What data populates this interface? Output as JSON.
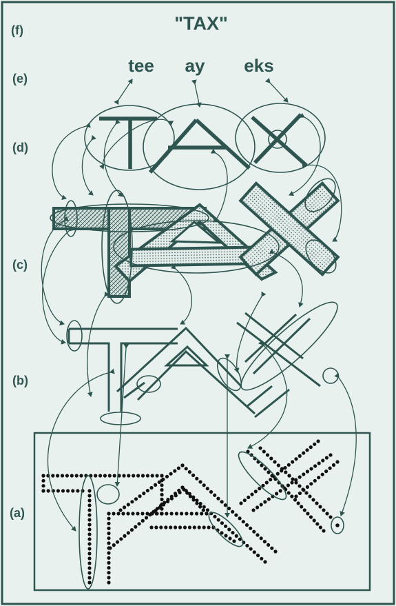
{
  "title": "\"TAX\"",
  "phonemes": [
    "tee",
    "ay",
    "eks"
  ],
  "levels": [
    "(f)",
    "(e)",
    "(d)",
    "(c)",
    "(b)",
    "(a)"
  ],
  "colors": {
    "ink": "#2f5550",
    "background": "#e8f1ee",
    "dots": "#111111"
  }
}
